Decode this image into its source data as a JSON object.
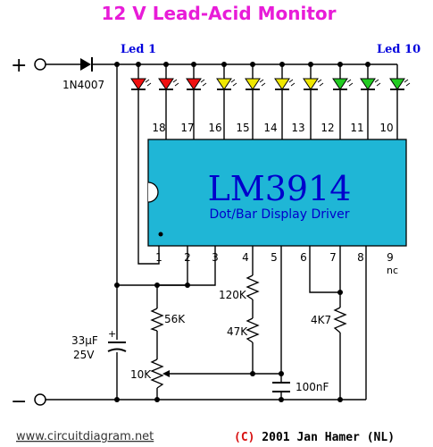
{
  "title": "12 V Lead-Acid Monitor",
  "led_first_label": "Led 1",
  "led_last_label": "Led 10",
  "terminals": {
    "plus": "+",
    "minus": "−"
  },
  "diode": "1N4007",
  "chip": {
    "name": "LM3914",
    "subtitle": "Dot/Bar Display Driver"
  },
  "pins_top": [
    "18",
    "17",
    "16",
    "15",
    "14",
    "13",
    "12",
    "11",
    "10"
  ],
  "pins_bottom": [
    "1",
    "2",
    "3",
    "4",
    "5",
    "6",
    "7",
    "8",
    "9"
  ],
  "pin9_note": "nc",
  "components": {
    "cap_electrolytic": [
      "33µF",
      "25V"
    ],
    "cap_plus": "+",
    "r_56k": "56K",
    "pot_10k": "10K",
    "r_120k": "120K",
    "r_47k": "47K",
    "r_4k7": "4K7",
    "cap_100nf": "100nF"
  },
  "led_colors": [
    "red",
    "red",
    "red",
    "yellow",
    "yellow",
    "yellow",
    "yellow",
    "green",
    "green",
    "green"
  ],
  "colors": {
    "title": "#e81cd8",
    "led_label": "#0000dd",
    "chip_fill": "#1fb6d6",
    "chip_text": "#0000cc",
    "led_red": "#f01010",
    "led_yellow": "#f0e800",
    "led_green": "#22cc22",
    "copyright": "#d81010"
  },
  "footer_left": "www.circuitdiagram.net",
  "footer_right_symbol": "(C)",
  "footer_right_text": " 2001 Jan Hamer (NL)"
}
